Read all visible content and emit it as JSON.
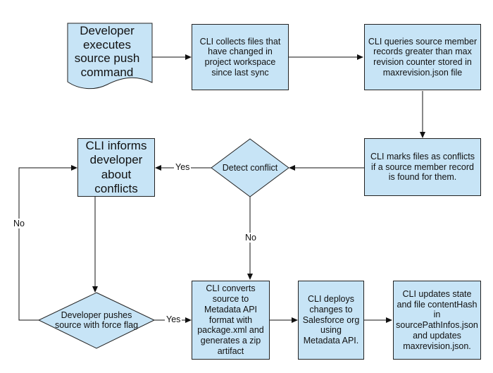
{
  "nodes": {
    "start": "Developer executes source push command",
    "collect": "CLI collects files that have changed in project workspace since last sync",
    "query": "CLI queries source member records greater than max revision counter stored in maxrevision.json file",
    "mark": "CLI marks files as conflicts if a source member record is found for them.",
    "detect": "Detect conflict",
    "inform": "CLI informs developer about conflicts",
    "force": "Developer pushes source with force flag",
    "convert": "CLI converts source to Metadata API format with package.xml and generates a zip artifact",
    "deploy": "CLI deploys changes to Salesforce org using Metadata API.",
    "update": "CLI updates state and file contentHash in sourcePathInfos.json and updates maxrevision.json."
  },
  "edges": {
    "detect_yes": "Yes",
    "detect_no": "No",
    "force_yes": "Yes",
    "force_no": "No"
  }
}
